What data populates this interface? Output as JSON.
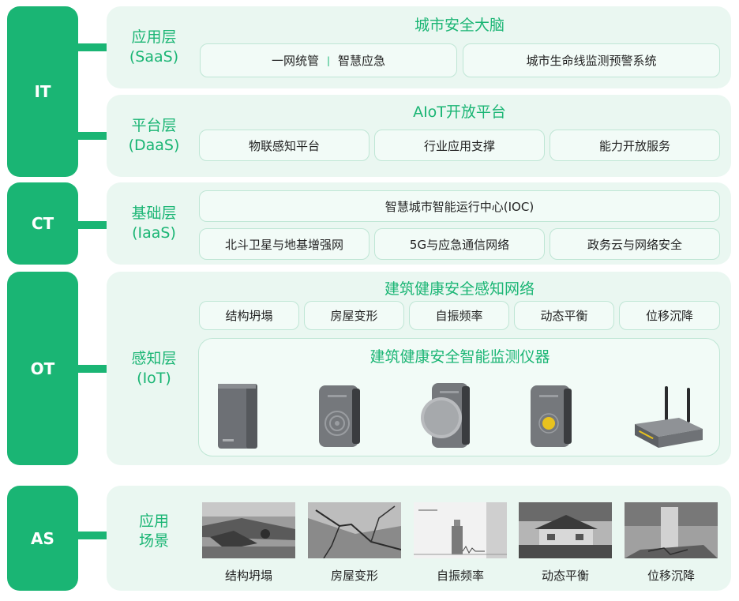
{
  "categories": [
    "IT",
    "CT",
    "OT",
    "AS"
  ],
  "saas": {
    "label_line1": "应用层",
    "label_line2": "(SaaS)",
    "title": "城市安全大脑",
    "box1_a": "一网统管",
    "box1_sep": "|",
    "box1_b": "智慧应急",
    "box2": "城市生命线监测预警系统"
  },
  "daas": {
    "label_line1": "平台层",
    "label_line2": "(DaaS)",
    "title": "AIoT开放平台",
    "boxes": [
      "物联感知平台",
      "行业应用支撑",
      "能力开放服务"
    ]
  },
  "iaas": {
    "label_line1": "基础层",
    "label_line2": "(IaaS)",
    "top_box": "智慧城市智能运行中心(IOC)",
    "boxes": [
      "北斗卫星与地基增强网",
      "5G与应急通信网络",
      "政务云与网络安全"
    ]
  },
  "iot": {
    "label_line1": "感知层",
    "label_line2": "(IoT)",
    "title": "建筑健康安全感知网络",
    "boxes": [
      "结构坍塌",
      "房屋变形",
      "自振频率",
      "动态平衡",
      "位移沉降"
    ],
    "instruments_title": "建筑健康安全智能监测仪器",
    "devices": [
      "box-sensor-icon",
      "tilt-sensor-icon",
      "vibration-sensor-icon",
      "displacement-sensor-icon",
      "gateway-router-icon"
    ]
  },
  "scenes": {
    "label_line1": "应用",
    "label_line2": "场景",
    "items": [
      "结构坍塌",
      "房屋变形",
      "自振频率",
      "动态平衡",
      "位移沉降"
    ]
  },
  "colors": {
    "accent": "#1ab574",
    "panel": "#eaf7f1",
    "box": "#f2fbf7",
    "border": "#bfe6d5"
  }
}
